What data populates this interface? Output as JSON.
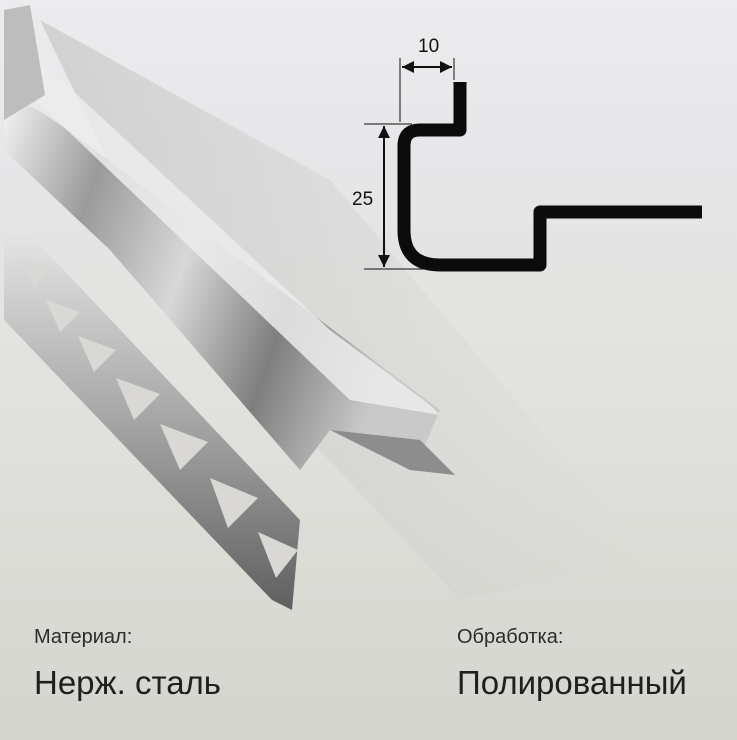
{
  "material": {
    "caption": "Материал:",
    "value": "Нерж. сталь"
  },
  "finish": {
    "caption": "Обработка:",
    "value": "Полированный"
  },
  "profile_drawing": {
    "width_label": "10",
    "height_label": "25"
  }
}
